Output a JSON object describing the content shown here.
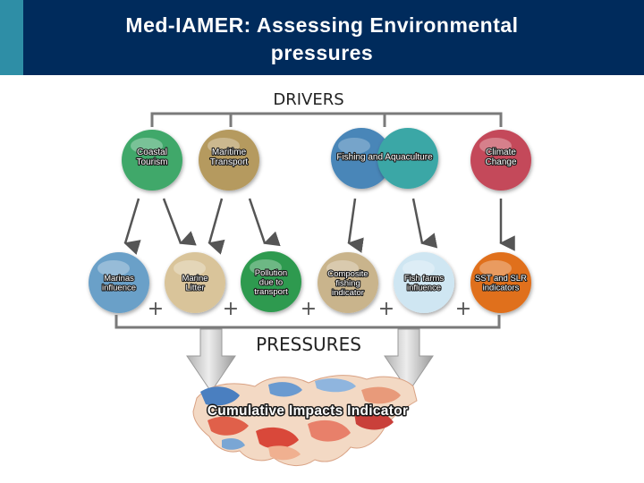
{
  "header": {
    "title_line1": "Med-IAMER: Assessing Environmental",
    "title_line2": "pressures"
  },
  "diagram": {
    "drivers_title": "DRIVERS",
    "pressures_title": "PRESSURES",
    "cumulative_label": "Cumulative Impacts Indicator",
    "plus_symbol": "+",
    "drivers": [
      {
        "id": "coastal-tourism",
        "lines": [
          "Coastal",
          "Tourism"
        ],
        "color": "#3fa86a"
      },
      {
        "id": "maritime-transport",
        "lines": [
          "Maritime",
          "Transport"
        ],
        "color": "#b59a5e"
      },
      {
        "id": "fishing-aquaculture",
        "lines": [
          "Fishing and Aquaculture"
        ],
        "color": "#4a86b8"
      },
      {
        "id": "climate-change",
        "lines": [
          "Climate",
          "Change"
        ],
        "color": "#c44a5a"
      }
    ],
    "pressures": [
      {
        "id": "marinas-influence",
        "lines": [
          "Marinas",
          "influence"
        ],
        "color": "#6aa0c8"
      },
      {
        "id": "marine-litter",
        "lines": [
          "Marine",
          "Litter"
        ],
        "color": "#d9c49a"
      },
      {
        "id": "pollution-transport",
        "lines": [
          "Pollution",
          "due to",
          "transport"
        ],
        "color": "#2e9a50"
      },
      {
        "id": "composite-fishing",
        "lines": [
          "Composite",
          "fishing",
          "indicator"
        ],
        "color": "#c9b48c"
      },
      {
        "id": "fish-farms",
        "lines": [
          "Fish farms",
          "influence"
        ],
        "color": "#cfe6f2"
      },
      {
        "id": "sst-slr",
        "lines": [
          "SST and SLR",
          "indicators"
        ],
        "color": "#e0701e"
      }
    ]
  }
}
